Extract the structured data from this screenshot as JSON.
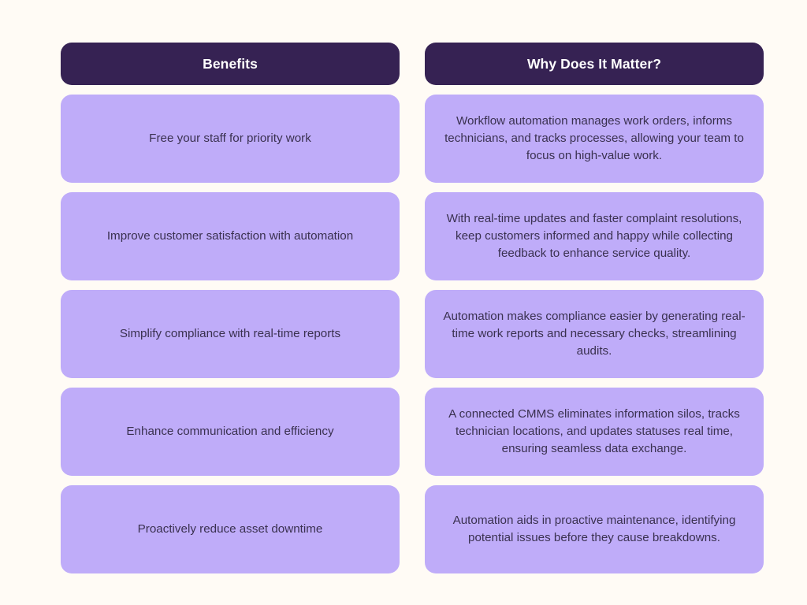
{
  "page": {
    "background_color": "#FFFBF5",
    "header_color": "#362253",
    "cell_color": "#BFACF9",
    "header_text_color": "#FFFFFF",
    "cell_text_color": "#3A3150"
  },
  "table": {
    "columns": [
      {
        "key": "benefits",
        "header": "Benefits"
      },
      {
        "key": "why",
        "header": "Why Does It Matter?"
      }
    ],
    "rows": [
      {
        "benefit": "Free your staff for priority work",
        "why": "Workflow automation manages work orders, informs technicians, and tracks processes, allowing your team to focus on high-value work."
      },
      {
        "benefit": "Improve customer satisfaction with automation",
        "why": "With real-time updates and faster complaint resolutions, keep customers informed and happy while collecting feedback to enhance service quality."
      },
      {
        "benefit": "Simplify compliance with real-time reports",
        "why": "Automation makes compliance easier by generating real-time work reports and necessary checks, streamlining audits."
      },
      {
        "benefit": "Enhance communication and efficiency",
        "why": "A connected CMMS eliminates information silos, tracks technician locations, and updates statuses real time, ensuring seamless data exchange."
      },
      {
        "benefit": "Proactively reduce asset downtime",
        "why": "Automation aids in proactive maintenance, identifying potential issues before they cause breakdowns."
      }
    ]
  }
}
